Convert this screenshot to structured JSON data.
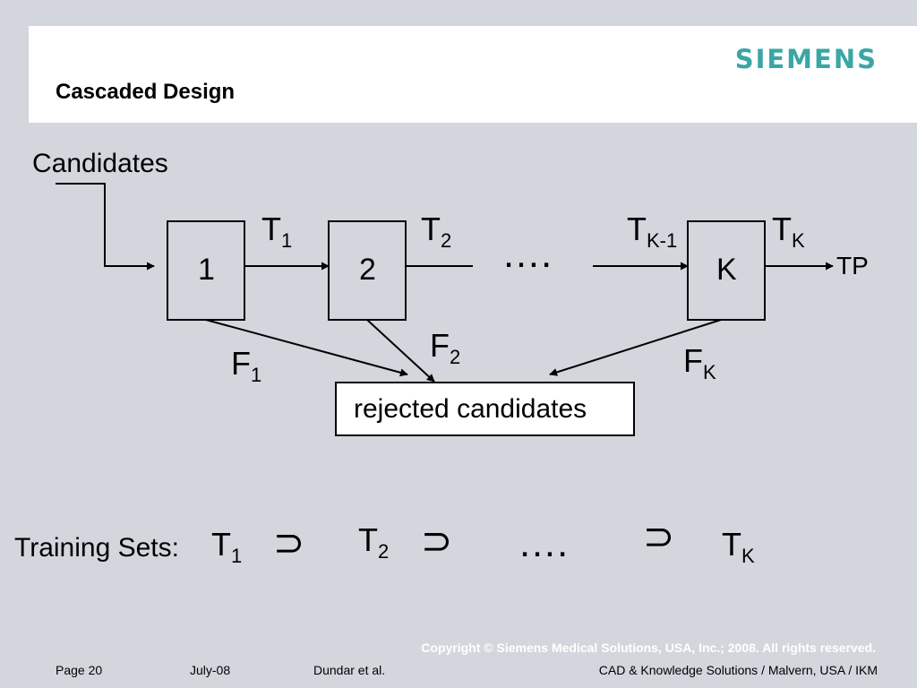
{
  "header": {
    "logo": "SIEMENS",
    "title": "Cascaded Design"
  },
  "diagram": {
    "input_label": "Candidates",
    "stages": [
      {
        "id": "1",
        "pass_label": "T",
        "pass_sub": "1",
        "fail_label": "F",
        "fail_sub": "1"
      },
      {
        "id": "2",
        "pass_label": "T",
        "pass_sub": "2",
        "fail_label": "F",
        "fail_sub": "2"
      },
      {
        "id": "K",
        "pass_label": "T",
        "pass_sub": "K",
        "fail_label": "F",
        "fail_sub": "K"
      }
    ],
    "pre_k_label": "T",
    "pre_k_sub": "K-1",
    "ellipsis": "….",
    "output_label": "TP",
    "rejected_label": "rejected candidates"
  },
  "training": {
    "label": "Training Sets:",
    "t1": "T",
    "t1_sub": "1",
    "t2": "T",
    "t2_sub": "2",
    "tk": "T",
    "tk_sub": "K",
    "superset_symbol": "⊃",
    "ellipsis": "…."
  },
  "footer": {
    "copyright": "Copyright © Siemens Medical Solutions, USA, Inc.; 2008. All rights reserved.",
    "page": "Page 20",
    "date": "July-08",
    "author": "Dundar et al.",
    "dept": "CAD & Knowledge Solutions / Malvern, USA / IKM"
  }
}
